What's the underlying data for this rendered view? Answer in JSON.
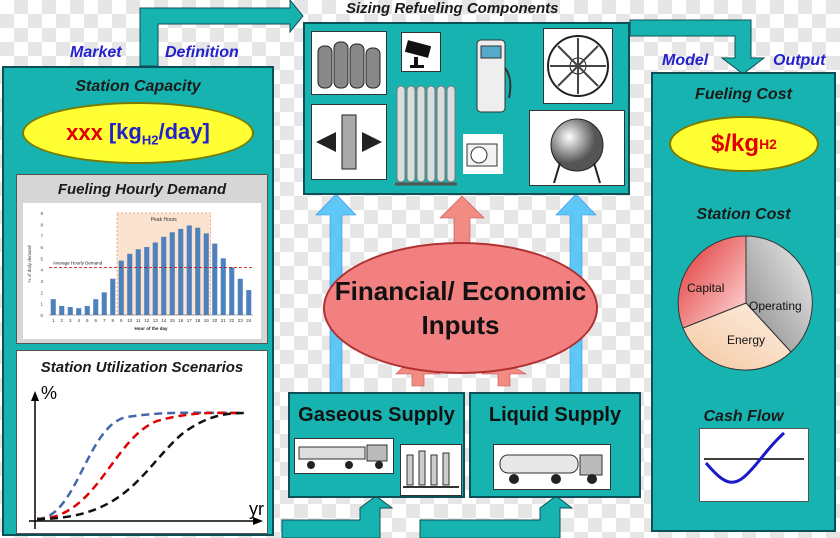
{
  "headers": {
    "market": "Market",
    "definition": "Definition",
    "sizing": "Sizing Refueling Components",
    "model": "Model",
    "output": "Output"
  },
  "left_panel": {
    "station_capacity_title": "Station Capacity",
    "capacity_value": "xxx",
    "capacity_unit_main": "[kg",
    "capacity_unit_sub": "H2",
    "capacity_unit_tail": "/day]",
    "hourly_demand_title": "Fueling Hourly Demand",
    "utilization_title": "Station Utilization Scenarios",
    "utilization_y_label": "%",
    "utilization_x_label": "yr"
  },
  "chart_data": {
    "type": "bar",
    "title": "",
    "xlabel": "Hour of the day",
    "ylabel": "% of daily demand",
    "categories": [
      "1",
      "2",
      "3",
      "4",
      "5",
      "6",
      "7",
      "8",
      "9",
      "10",
      "11",
      "12",
      "13",
      "14",
      "15",
      "16",
      "17",
      "18",
      "19",
      "20",
      "21",
      "22",
      "23",
      "24"
    ],
    "values": [
      1.4,
      0.8,
      0.7,
      0.6,
      0.8,
      1.4,
      2.0,
      3.2,
      4.8,
      5.4,
      5.8,
      6.0,
      6.4,
      6.9,
      7.3,
      7.6,
      7.9,
      7.7,
      7.2,
      6.3,
      5.0,
      4.2,
      3.2,
      2.2
    ],
    "ylim": [
      0,
      9
    ],
    "yticks": [
      "0",
      "1",
      "2",
      "3",
      "4",
      "5",
      "6",
      "7",
      "8",
      "9"
    ],
    "annotations": {
      "peak_hours": "Peak Hours",
      "average_line_label": "Average Hourly Demand",
      "average_value": 4.2
    }
  },
  "center": {
    "financial_line1": "Financial/ Economic",
    "financial_line2": "Inputs",
    "gaseous_supply": "Gaseous Supply",
    "liquid_supply": "Liquid Supply"
  },
  "right_panel": {
    "fueling_cost_title": "Fueling Cost",
    "fueling_cost_value": "$/kg",
    "fueling_cost_sub": "H2",
    "station_cost_title": "Station Cost",
    "pie_labels": [
      "Capital",
      "Operating",
      "Energy"
    ],
    "cash_flow_title": "Cash Flow"
  },
  "colors": {
    "teal": "#16b3b1",
    "arrow_blue": "#4fc3f7",
    "arrow_salmon": "#f28b82",
    "ellipse_yellow": "#ffff33",
    "financial_fill": "#f28080",
    "bar_blue": "#4f81bd"
  },
  "icons": [
    "gas-cylinders-icon",
    "cctv-camera-icon",
    "hydrogen-dispenser-icon",
    "fan-icon",
    "compressor-icon",
    "storage-tube-rack-icon",
    "pump-icon",
    "spherical-tank-icon",
    "tube-trailer-truck-icon",
    "compressor-skid-icon",
    "liquid-tanker-truck-icon"
  ]
}
